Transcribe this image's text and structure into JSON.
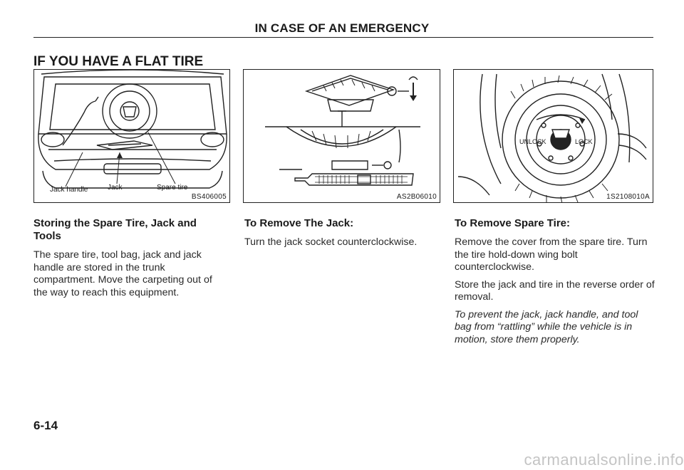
{
  "header": {
    "title": "IN CASE OF AN EMERGENCY"
  },
  "section": {
    "title": "IF YOU HAVE A FLAT TIRE"
  },
  "figures": [
    {
      "code": "BS406005",
      "callouts": {
        "jack_handle": "Jack handle",
        "jack": "Jack",
        "spare_tire": "Spare tire"
      }
    },
    {
      "code": "AS2B06010"
    },
    {
      "code": "1S2108010A",
      "labels": {
        "unlock": "UNLOCK",
        "lock": "LOCK"
      }
    }
  ],
  "columns": [
    {
      "heading": "Storing the Spare Tire, Jack and Tools",
      "paragraphs": [
        "The spare tire, tool bag, jack and jack handle are stored in the trunk compartment. Move the carpeting out of the way to reach this equipment."
      ]
    },
    {
      "heading": "To Remove The Jack:",
      "paragraphs": [
        "Turn the jack socket counterclockwise."
      ]
    },
    {
      "heading": "To Remove Spare Tire:",
      "paragraphs": [
        "Remove the cover from the spare tire. Turn the tire hold-down wing bolt counterclockwise.",
        "Store the jack and tire in the reverse order of removal."
      ],
      "note": "To prevent the jack, jack handle, and tool bag from “rattling” while the vehicle is in motion, store them properly."
    }
  ],
  "footer": {
    "page_number": "6-14",
    "watermark": "carmanualsonline.info"
  }
}
